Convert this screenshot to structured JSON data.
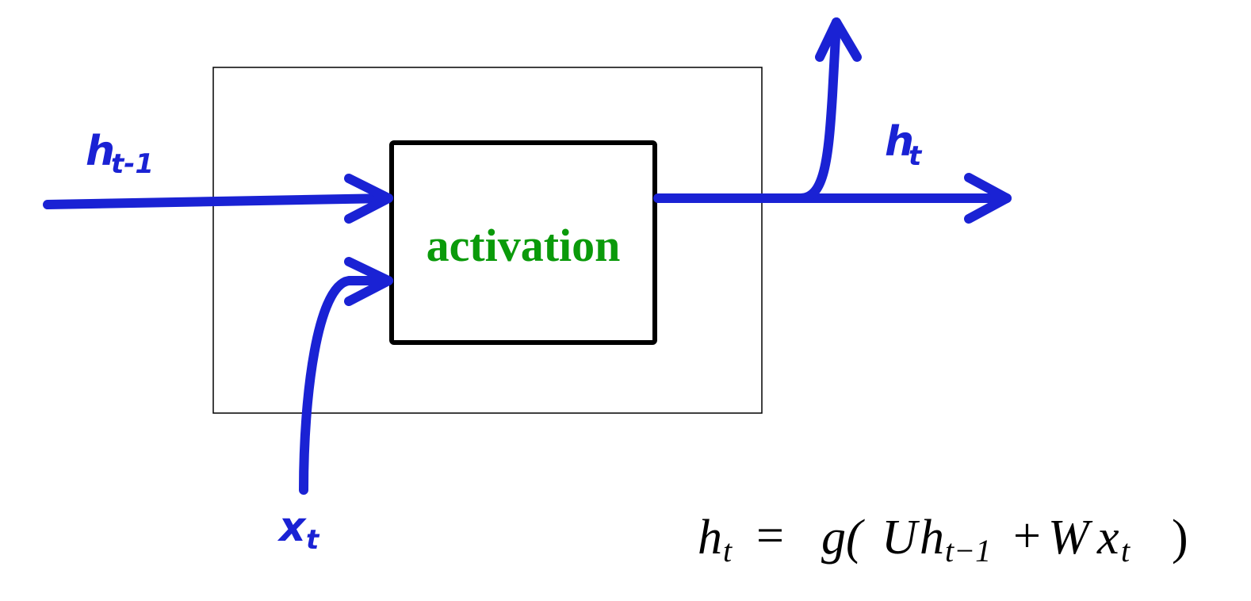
{
  "colors": {
    "arrow": "#1a22d4",
    "activation_text": "#0a9a0a",
    "box_border": "#000000"
  },
  "labels": {
    "input_hidden": {
      "base": "h",
      "sub": "t-1"
    },
    "input_x": {
      "base": "x",
      "sub": "t"
    },
    "output_hidden": {
      "base": "h",
      "sub": "t"
    },
    "activation": "activation"
  },
  "equation": {
    "lhs": {
      "base": "h",
      "sub": "t"
    },
    "equals": "=",
    "func": "g(",
    "u": "U",
    "h_prev": {
      "base": "h",
      "sub": "t−1"
    },
    "plus": "+",
    "w": "W",
    "x": {
      "base": "x",
      "sub": "t"
    },
    "close": ")"
  }
}
